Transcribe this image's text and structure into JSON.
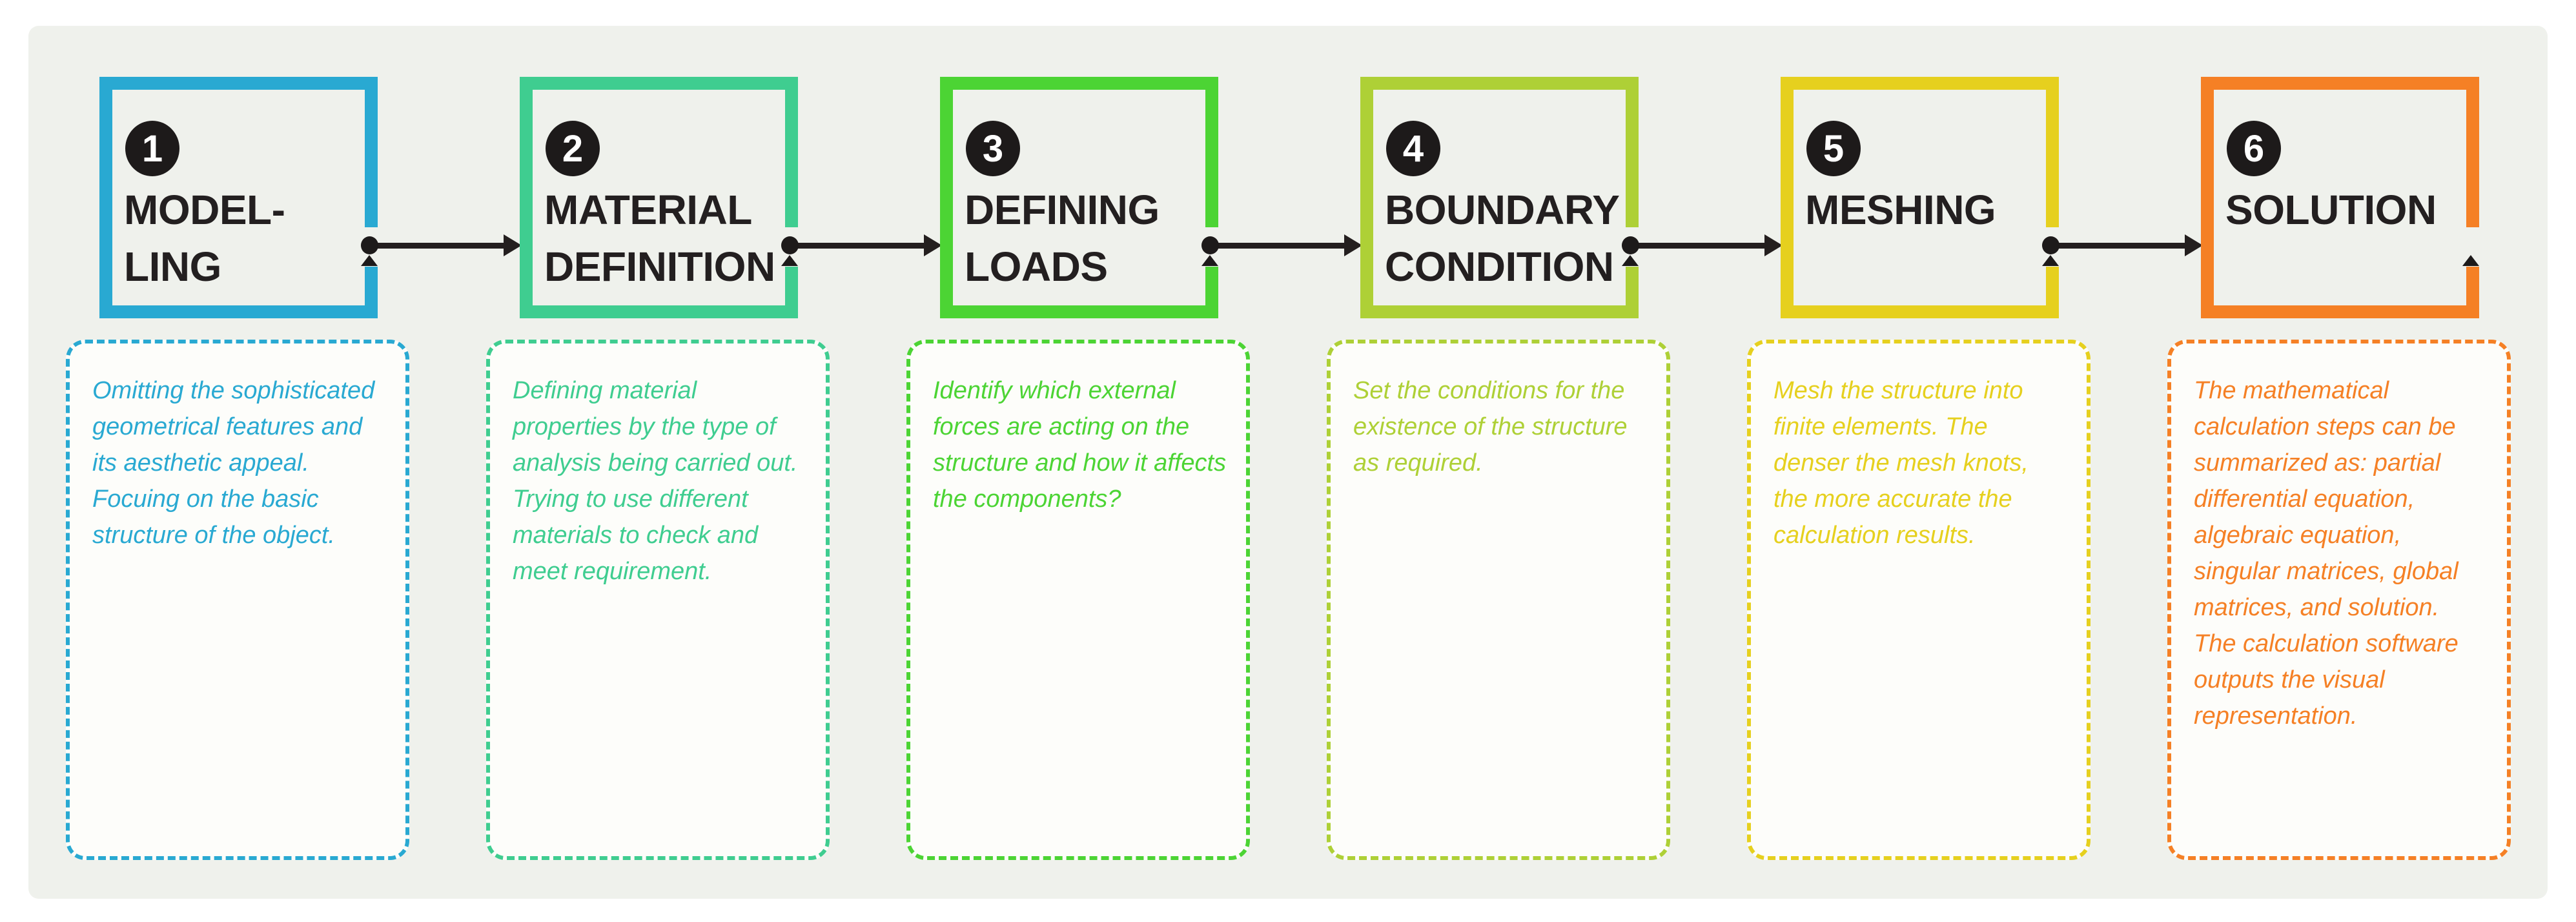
{
  "diagram": {
    "background": "#ffffff",
    "panel_bg": "#eff1ec",
    "ink": "#231f20",
    "steps": [
      {
        "number": "1",
        "title_lines": [
          "MODEL-",
          "LING"
        ],
        "color": "#29a9d2",
        "description": "Omitting the sophisticated geometrical features and its aesthetic appeal. Focuing on the basic structure of the object."
      },
      {
        "number": "2",
        "title_lines": [
          "MATERIAL",
          "DEFINITION"
        ],
        "color": "#3fcd90",
        "description": "Defining material properties by the type of analysis being carried out. Trying to use different materials to check and meet requirement."
      },
      {
        "number": "3",
        "title_lines": [
          "DEFINING",
          "LOADS"
        ],
        "color": "#4cd434",
        "description": "Identify which external forces are acting on the structure and how it affects the components?"
      },
      {
        "number": "4",
        "title_lines": [
          "BOUNDARY",
          "CONDITION"
        ],
        "color": "#aed036",
        "description": "Set the conditions for the existence of the structure as required."
      },
      {
        "number": "5",
        "title_lines": [
          "MESHING"
        ],
        "color": "#e6d01e",
        "description": "Mesh the structure into finite elements. The denser the mesh knots, the more accurate the calculation results."
      },
      {
        "number": "6",
        "title_lines": [
          "SOLUTION"
        ],
        "color": "#f58025",
        "description": "The mathematical calculation steps can be summarized as: partial differential equation, algebraic equation, singular matrices, global matrices, and solution. The calculation software outputs the visual representation."
      }
    ]
  }
}
